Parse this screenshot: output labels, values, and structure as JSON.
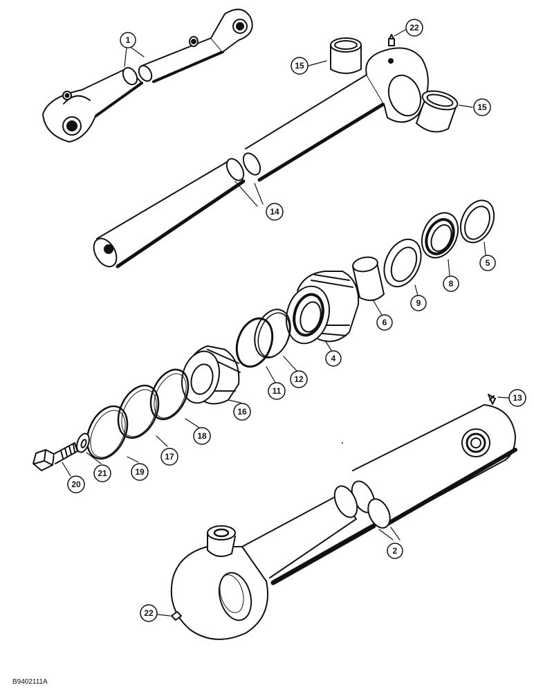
{
  "figure_id": "B9402111A",
  "callouts": [
    {
      "id": "c1",
      "label": "1"
    },
    {
      "id": "c2",
      "label": "2"
    },
    {
      "id": "c4",
      "label": "4"
    },
    {
      "id": "c5",
      "label": "5"
    },
    {
      "id": "c6",
      "label": "6"
    },
    {
      "id": "c8",
      "label": "8"
    },
    {
      "id": "c9",
      "label": "9"
    },
    {
      "id": "c11",
      "label": "11"
    },
    {
      "id": "c12",
      "label": "12"
    },
    {
      "id": "c13",
      "label": "13"
    },
    {
      "id": "c14",
      "label": "14"
    },
    {
      "id": "c15a",
      "label": "15"
    },
    {
      "id": "c15b",
      "label": "15"
    },
    {
      "id": "c16",
      "label": "16"
    },
    {
      "id": "c17",
      "label": "17"
    },
    {
      "id": "c18",
      "label": "18"
    },
    {
      "id": "c19",
      "label": "19"
    },
    {
      "id": "c20",
      "label": "20"
    },
    {
      "id": "c21",
      "label": "21"
    },
    {
      "id": "c22a",
      "label": "22"
    },
    {
      "id": "c22b",
      "label": "22"
    }
  ]
}
